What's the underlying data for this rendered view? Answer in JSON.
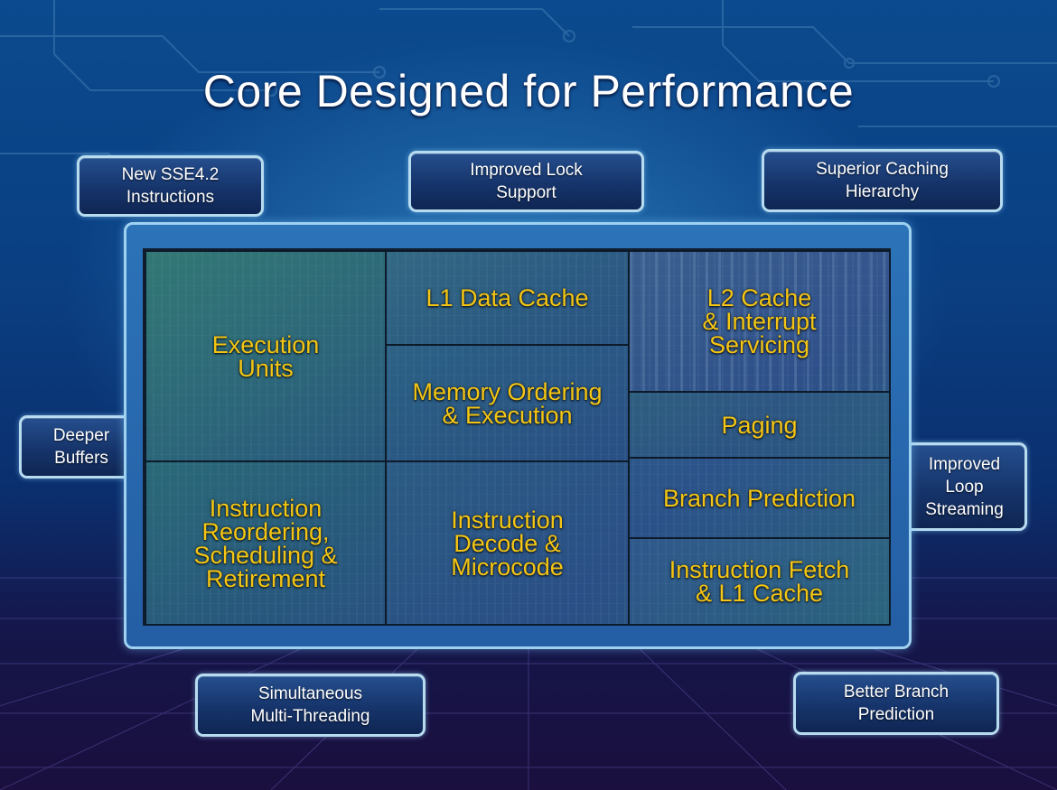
{
  "title": "Core Designed for Performance",
  "callouts": {
    "sse42": "New SSE4.2\nInstructions",
    "lock": "Improved Lock\nSupport",
    "caching": "Superior Caching\nHierarchy",
    "buffers": "Deeper\nBuffers",
    "loop": "Improved\nLoop\nStreaming",
    "smt": "Simultaneous\nMulti-Threading",
    "branch": "Better Branch\nPrediction"
  },
  "blocks": {
    "execution_units": "Execution\nUnits",
    "l1_data_cache": "L1 Data Cache",
    "l2_cache": "L2 Cache\n& Interrupt\nServicing",
    "memory_ordering": "Memory Ordering\n& Execution",
    "paging": "Paging",
    "branch_prediction": "Branch Prediction",
    "instruction_reordering": "Instruction\nReordering,\nScheduling &\nRetirement",
    "instruction_decode": "Instruction\nDecode &\nMicrocode",
    "instruction_fetch": "Instruction Fetch\n& L1 Cache"
  },
  "colors": {
    "block_text": "#f4c514",
    "callout_border": "#b7dcf0",
    "background": "#0b4a8e"
  }
}
